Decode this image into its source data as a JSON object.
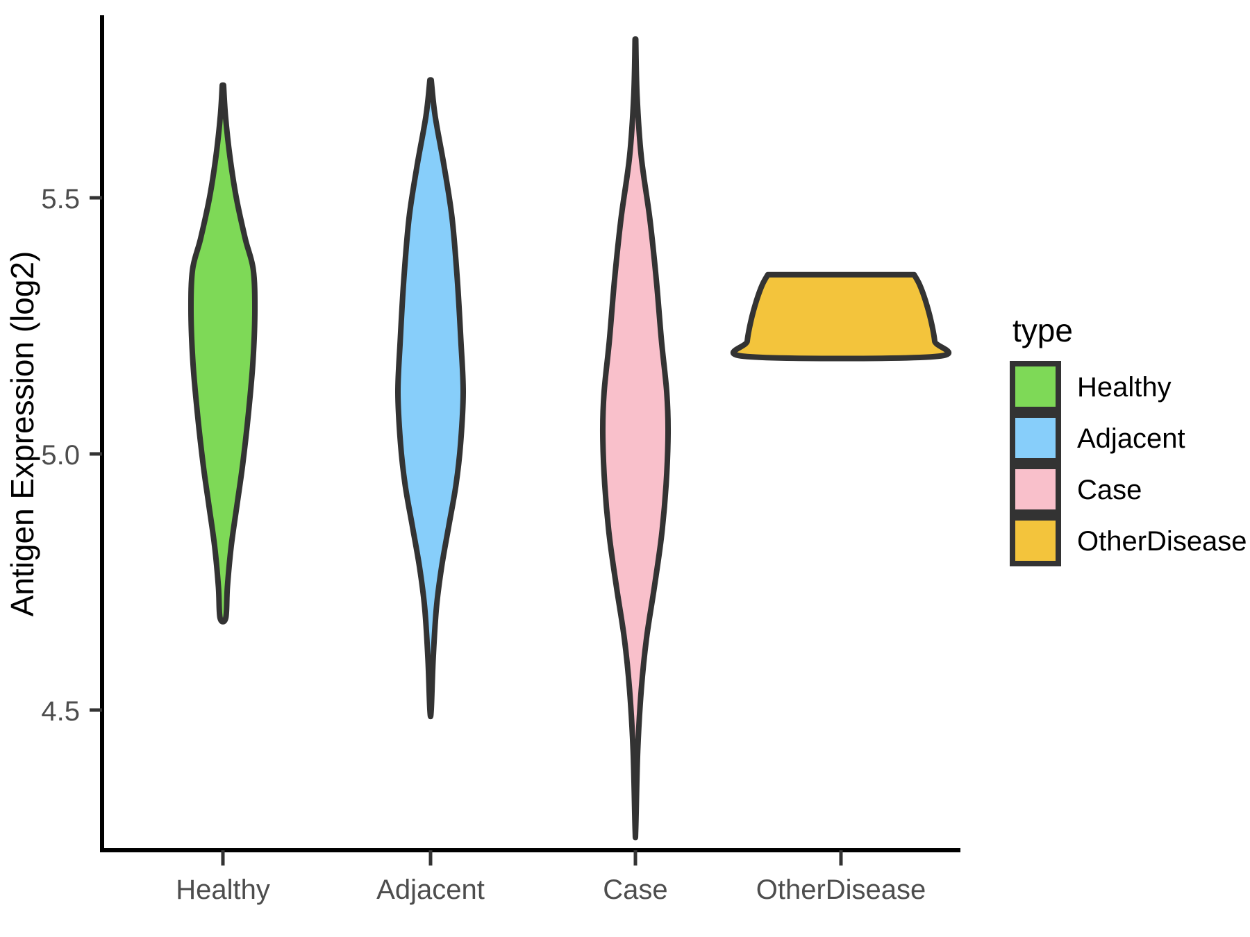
{
  "chart_data": {
    "type": "violin",
    "title": "",
    "xlabel": "",
    "ylabel": "Antigen Expression (log2)",
    "categories": [
      "Healthy",
      "Adjacent",
      "Case",
      "OtherDisease"
    ],
    "ylim": [
      4.22,
      5.82
    ],
    "yticks": [
      4.5,
      5.0,
      5.5
    ],
    "ytick_labels": [
      "4.5",
      "5.0",
      "5.5"
    ],
    "grid": false,
    "legend": {
      "title": "type",
      "position": "right",
      "entries": [
        {
          "label": "Healthy",
          "color": "#7ED957"
        },
        {
          "label": "Adjacent",
          "color": "#87CEFA"
        },
        {
          "label": "Case",
          "color": "#F9C0CB"
        },
        {
          "label": "OtherDisease",
          "color": "#F3C43C"
        }
      ]
    },
    "series": [
      {
        "name": "Healthy",
        "color": "#7ED957",
        "min": 4.68,
        "max": 5.72,
        "median": 5.3,
        "peak": 5.36,
        "density_profile": [
          {
            "y": 5.72,
            "w": 0.02
          },
          {
            "y": 5.66,
            "w": 0.08
          },
          {
            "y": 5.58,
            "w": 0.22
          },
          {
            "y": 5.5,
            "w": 0.42
          },
          {
            "y": 5.42,
            "w": 0.7
          },
          {
            "y": 5.36,
            "w": 0.95
          },
          {
            "y": 5.28,
            "w": 1.0
          },
          {
            "y": 5.18,
            "w": 0.94
          },
          {
            "y": 5.08,
            "w": 0.8
          },
          {
            "y": 4.98,
            "w": 0.62
          },
          {
            "y": 4.9,
            "w": 0.44
          },
          {
            "y": 4.82,
            "w": 0.26
          },
          {
            "y": 4.74,
            "w": 0.14
          },
          {
            "y": 4.68,
            "w": 0.09
          }
        ]
      },
      {
        "name": "Adjacent",
        "color": "#87CEFA",
        "min": 4.5,
        "max": 5.73,
        "median": 5.1,
        "peak": 5.12,
        "density_profile": [
          {
            "y": 5.73,
            "w": 0.02
          },
          {
            "y": 5.66,
            "w": 0.14
          },
          {
            "y": 5.56,
            "w": 0.42
          },
          {
            "y": 5.46,
            "w": 0.66
          },
          {
            "y": 5.34,
            "w": 0.82
          },
          {
            "y": 5.22,
            "w": 0.93
          },
          {
            "y": 5.12,
            "w": 1.0
          },
          {
            "y": 5.02,
            "w": 0.92
          },
          {
            "y": 4.94,
            "w": 0.78
          },
          {
            "y": 4.86,
            "w": 0.56
          },
          {
            "y": 4.78,
            "w": 0.34
          },
          {
            "y": 4.7,
            "w": 0.18
          },
          {
            "y": 4.6,
            "w": 0.08
          },
          {
            "y": 4.5,
            "w": 0.02
          }
        ]
      },
      {
        "name": "Case",
        "color": "#F9C0CB",
        "min": 4.27,
        "max": 5.81,
        "median": 5.05,
        "peak": 5.08,
        "density_profile": [
          {
            "y": 5.81,
            "w": 0.01
          },
          {
            "y": 5.7,
            "w": 0.05
          },
          {
            "y": 5.58,
            "w": 0.18
          },
          {
            "y": 5.46,
            "w": 0.44
          },
          {
            "y": 5.34,
            "w": 0.64
          },
          {
            "y": 5.22,
            "w": 0.8
          },
          {
            "y": 5.12,
            "w": 0.96
          },
          {
            "y": 5.04,
            "w": 1.0
          },
          {
            "y": 4.94,
            "w": 0.94
          },
          {
            "y": 4.84,
            "w": 0.8
          },
          {
            "y": 4.74,
            "w": 0.58
          },
          {
            "y": 4.64,
            "w": 0.34
          },
          {
            "y": 4.54,
            "w": 0.18
          },
          {
            "y": 4.42,
            "w": 0.07
          },
          {
            "y": 4.27,
            "w": 0.01
          }
        ]
      },
      {
        "name": "OtherDisease",
        "color": "#F3C43C",
        "min": 5.19,
        "max": 5.35,
        "median": 5.27,
        "peak": 5.3,
        "density_profile": [
          {
            "y": 5.35,
            "w": 0.78
          },
          {
            "y": 5.33,
            "w": 0.84
          },
          {
            "y": 5.3,
            "w": 0.9
          },
          {
            "y": 5.26,
            "w": 0.96
          },
          {
            "y": 5.22,
            "w": 1.0
          },
          {
            "y": 5.19,
            "w": 1.0
          }
        ]
      }
    ]
  },
  "plot": {
    "y_axis_title": "Antigen Expression (log2)",
    "y_tick_labels": [
      "5.5",
      "5.0",
      "4.5"
    ],
    "x_tick_labels": [
      "Healthy",
      "Adjacent",
      "Case",
      "OtherDisease"
    ],
    "legend_title": "type",
    "legend_labels": [
      "Healthy",
      "Adjacent",
      "Case",
      "OtherDisease"
    ],
    "colors": {
      "healthy": "#7ED957",
      "adjacent": "#87CEFA",
      "case": "#F9C0CB",
      "otherdisease": "#F3C43C",
      "outline": "#333333",
      "axis": "#000000",
      "tick_text": "#4d4d4d",
      "background": "#ffffff"
    }
  }
}
